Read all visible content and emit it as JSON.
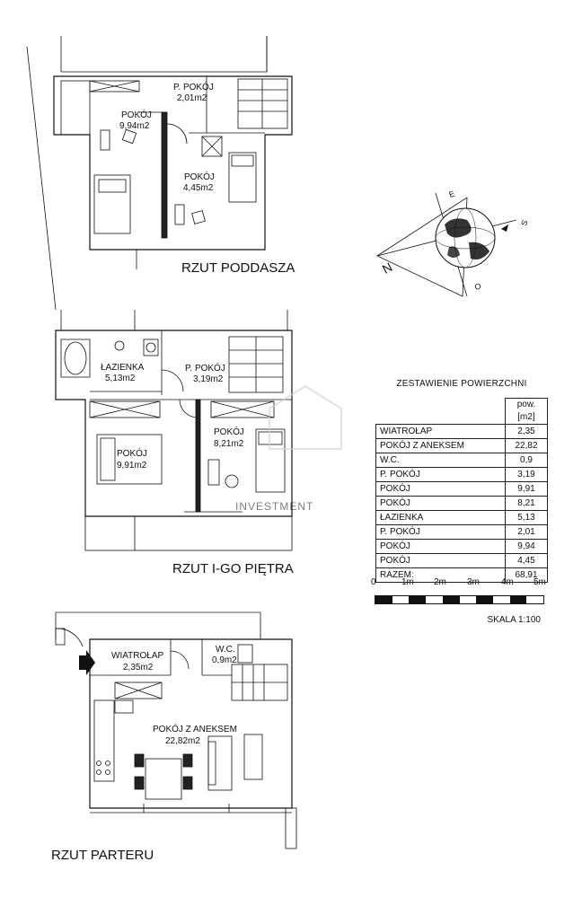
{
  "plans": {
    "attic": {
      "title": "RZUT PODDASZA",
      "rooms": [
        {
          "name": "P. POKÓJ",
          "area": "2,01m2"
        },
        {
          "name": "POKÓJ",
          "area": "9,94m2"
        },
        {
          "name": "POKÓJ",
          "area": "4,45m2"
        }
      ]
    },
    "first_floor": {
      "title": "RZUT I-GO PIĘTRA",
      "rooms": [
        {
          "name": "ŁAZIENKA",
          "area": "5,13m2"
        },
        {
          "name": "P. POKÓJ",
          "area": "3,19m2"
        },
        {
          "name": "POKÓJ",
          "area": "8,21m2"
        },
        {
          "name": "POKÓJ",
          "area": "9,91m2"
        }
      ]
    },
    "ground_floor": {
      "title": "RZUT PARTERU",
      "rooms": [
        {
          "name": "WIATROŁAP",
          "area": "2,35m2"
        },
        {
          "name": "W.C.",
          "area": "0,9m2"
        },
        {
          "name": "POKÓJ Z ANEKSEM",
          "area": "22,82m2"
        }
      ]
    }
  },
  "area_table": {
    "caption": "ZESTAWIENIE POWIERZCHNI",
    "unit_header": "pow.[m2]",
    "rows": [
      {
        "name": "WIATROŁAP",
        "value": "2,35"
      },
      {
        "name": "POKÓJ Z ANEKSEM",
        "value": "22,82"
      },
      {
        "name": "W.C.",
        "value": "0,9"
      },
      {
        "name": "P. POKÓJ",
        "value": "3,19"
      },
      {
        "name": "POKÓJ",
        "value": "9,91"
      },
      {
        "name": "POKÓJ",
        "value": "8,21"
      },
      {
        "name": "ŁAZIENKA",
        "value": "5,13"
      },
      {
        "name": "P. POKÓJ",
        "value": "2,01"
      },
      {
        "name": "POKÓJ",
        "value": "9,94"
      },
      {
        "name": "POKÓJ",
        "value": "4,45"
      }
    ],
    "total": {
      "name": "RAZEM:",
      "value": "68,91"
    }
  },
  "scale_bar": {
    "ticks": [
      "0",
      "1m",
      "2m",
      "3m",
      "4m",
      "5m"
    ],
    "caption": "SKALA 1:100"
  },
  "compass": {
    "letters": [
      "N",
      "E",
      "S",
      "O"
    ]
  },
  "watermark": "INVESTMENT"
}
